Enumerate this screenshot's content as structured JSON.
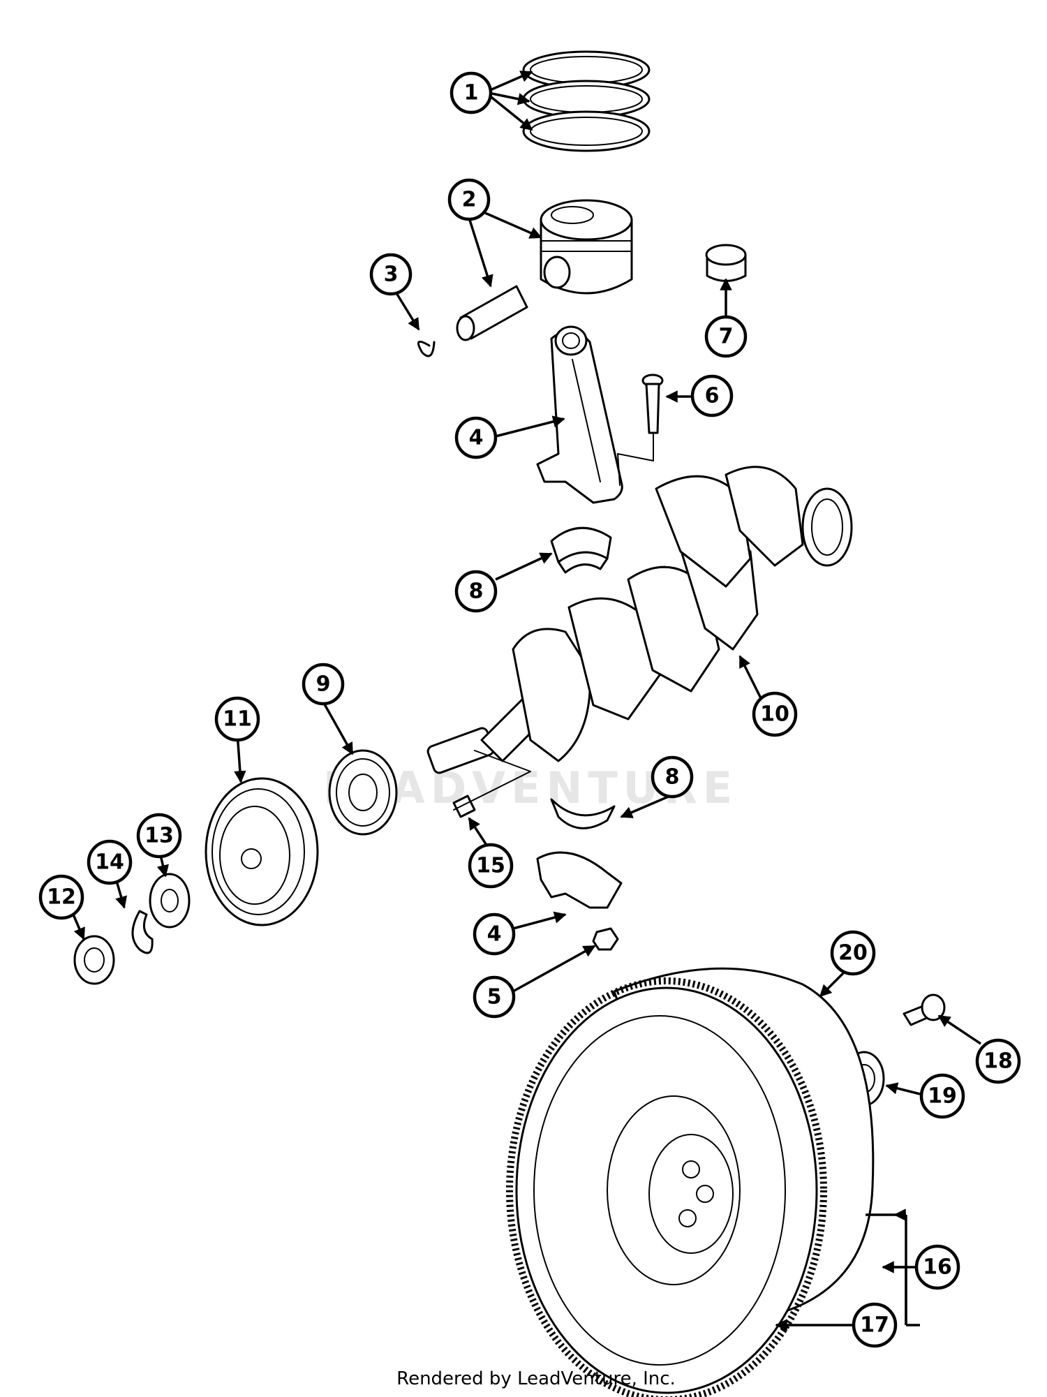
{
  "watermark": "LEADVENTURE",
  "footer": "Rendered by LeadVenture, Inc.",
  "callouts": {
    "c1": "1",
    "c2": "2",
    "c3": "3",
    "c4a": "4",
    "c4b": "4",
    "c5": "5",
    "c6": "6",
    "c7": "7",
    "c8a": "8",
    "c8b": "8",
    "c9": "9",
    "c10": "10",
    "c11": "11",
    "c12": "12",
    "c13": "13",
    "c14": "14",
    "c15": "15",
    "c16": "16",
    "c17": "17",
    "c18": "18",
    "c19": "19",
    "c20": "20"
  }
}
